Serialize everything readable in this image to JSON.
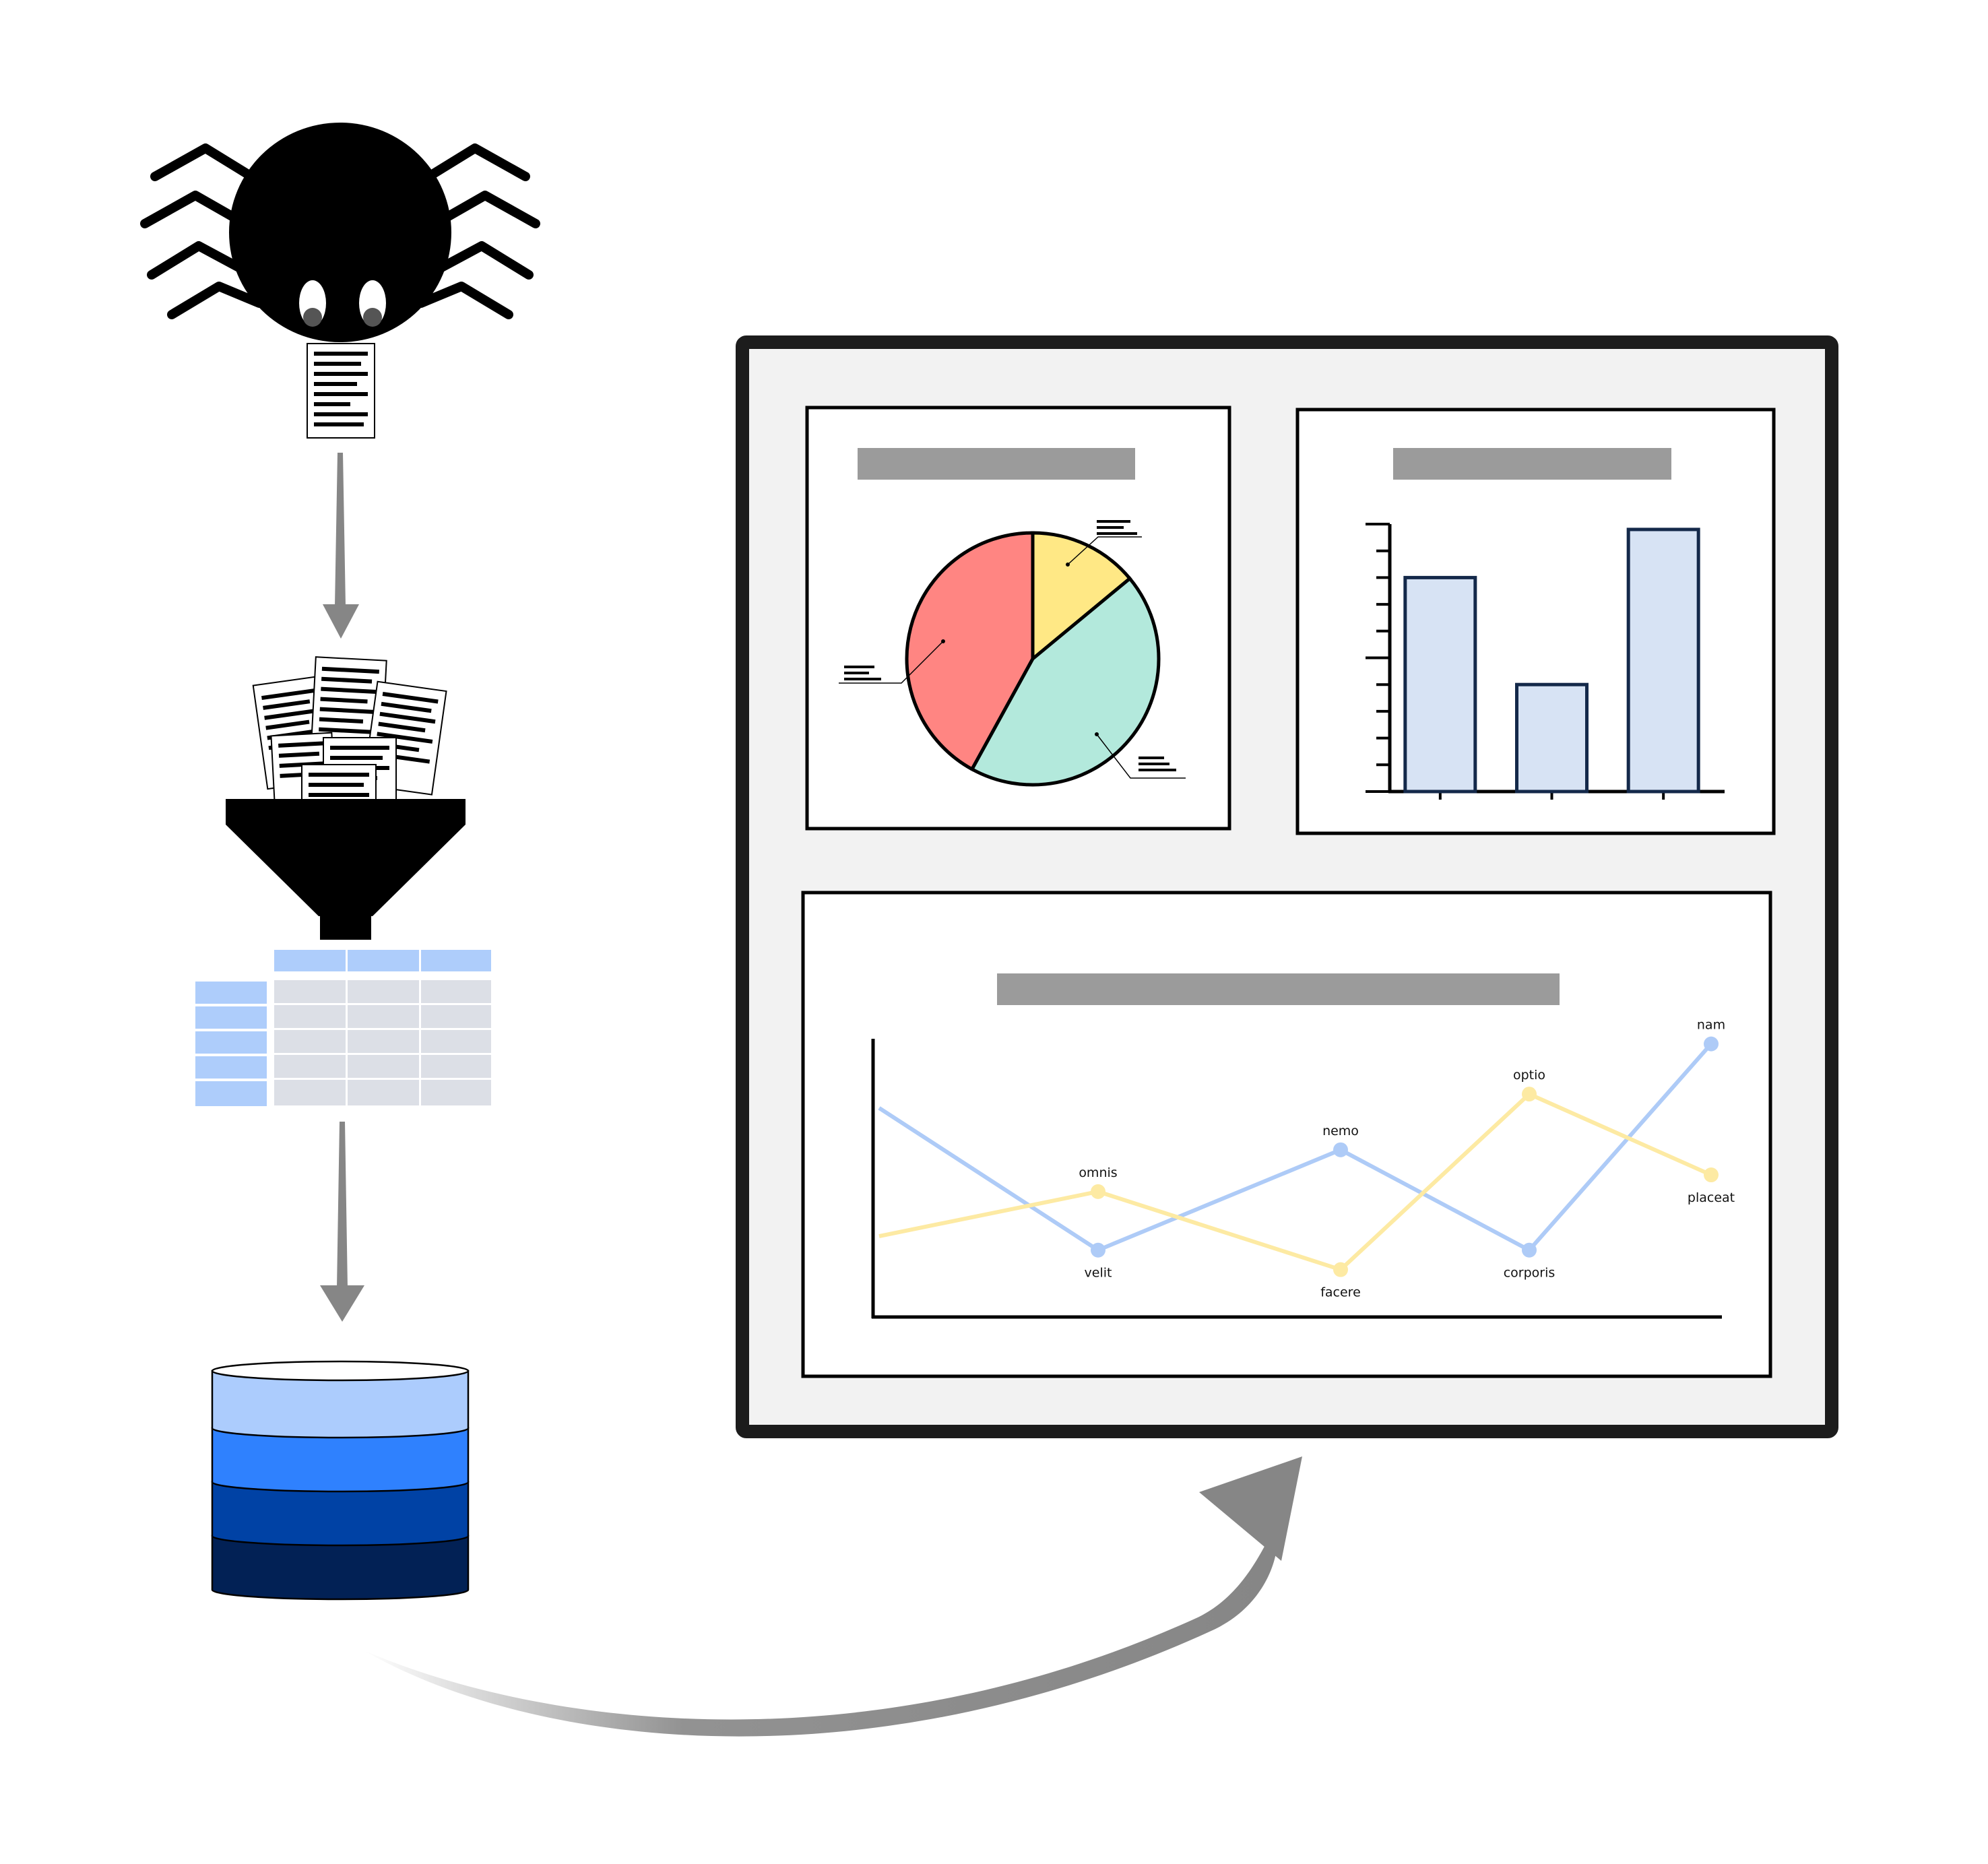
{
  "colors": {
    "ink": "#000000",
    "arrow": "#868686",
    "dashboard_bg": "#f2f2f2",
    "placeholder_title": "#9b9b9b",
    "pie_red": "#ff8582",
    "pie_yellow": "#ffe885",
    "pie_teal": "#b3e9dc",
    "bar_fill": "#d7e3f4",
    "bar_stroke": "#14294a",
    "series_blue": "#aecbf7",
    "series_yellow": "#fdeaa3",
    "table_header": "#aecdfb",
    "table_cell": "#dcdfe6",
    "db_top": "#acccfd",
    "db_mid": "#2f81fe",
    "db_low": "#0042a5",
    "db_bottom": "#022155"
  },
  "icons": [
    "spider-icon",
    "document-icon",
    "documents-stack-icon",
    "funnel-icon",
    "table-icon",
    "database-icon"
  ],
  "chart_data": [
    {
      "type": "pie",
      "values": [
        42,
        14,
        44
      ],
      "colors": [
        "#ff8582",
        "#ffe885",
        "#b3e9dc"
      ]
    },
    {
      "type": "bar",
      "categories": [
        "",
        "",
        ""
      ],
      "values": [
        8,
        4,
        9.8
      ],
      "ylim": [
        0,
        10
      ]
    },
    {
      "type": "line",
      "series": [
        {
          "color": "#aecbf7",
          "values": [
            7.5,
            2.4,
            6.0,
            2.4,
            9.8
          ],
          "labels": [
            "",
            "velit",
            "nemo",
            "corporis",
            "nam"
          ]
        },
        {
          "color": "#fdeaa3",
          "values": [
            2.9,
            4.5,
            1.7,
            8.0,
            5.1
          ],
          "labels": [
            "",
            "omnis",
            "facere",
            "optio",
            "placeat"
          ]
        }
      ],
      "ylim": [
        0,
        11
      ]
    }
  ]
}
